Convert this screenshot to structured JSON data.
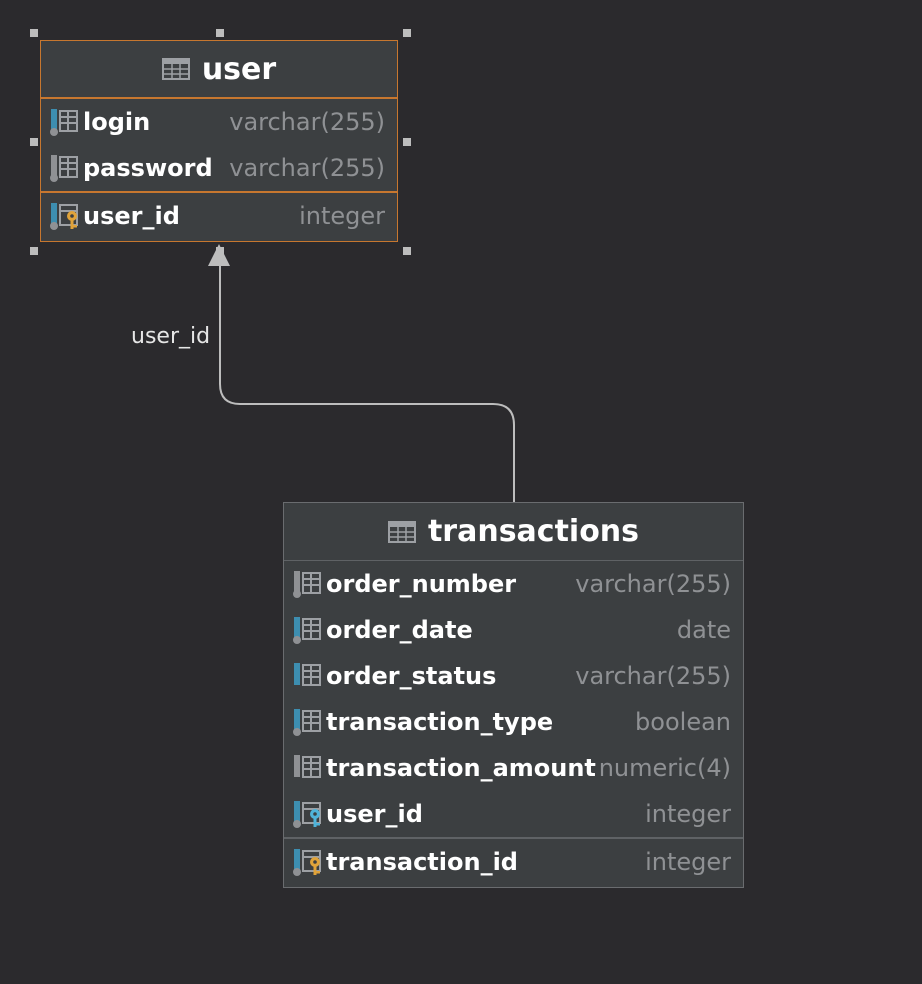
{
  "tables": {
    "user": {
      "name": "user",
      "columns": [
        {
          "name": "login",
          "type": "varchar(255)"
        },
        {
          "name": "password",
          "type": "varchar(255)"
        }
      ],
      "key_columns": [
        {
          "name": "user_id",
          "type": "integer"
        }
      ]
    },
    "transactions": {
      "name": "transactions",
      "columns": [
        {
          "name": "order_number",
          "type": "varchar(255)"
        },
        {
          "name": "order_date",
          "type": "date"
        },
        {
          "name": "order_status",
          "type": "varchar(255)"
        },
        {
          "name": "transaction_type",
          "type": "boolean"
        },
        {
          "name": "transaction_amount",
          "type": "numeric(4)"
        },
        {
          "name": "user_id",
          "type": "integer"
        }
      ],
      "key_columns": [
        {
          "name": "transaction_id",
          "type": "integer"
        }
      ]
    }
  },
  "relation": {
    "label": "user_id"
  },
  "colors": {
    "background": "#2b2a2d",
    "table_bg": "#3c3f41",
    "selected_border": "#c7772f",
    "primary_key": "#e0a33a",
    "foreign_key": "#4fb3d9",
    "column_icon": "#3d8eb0"
  }
}
